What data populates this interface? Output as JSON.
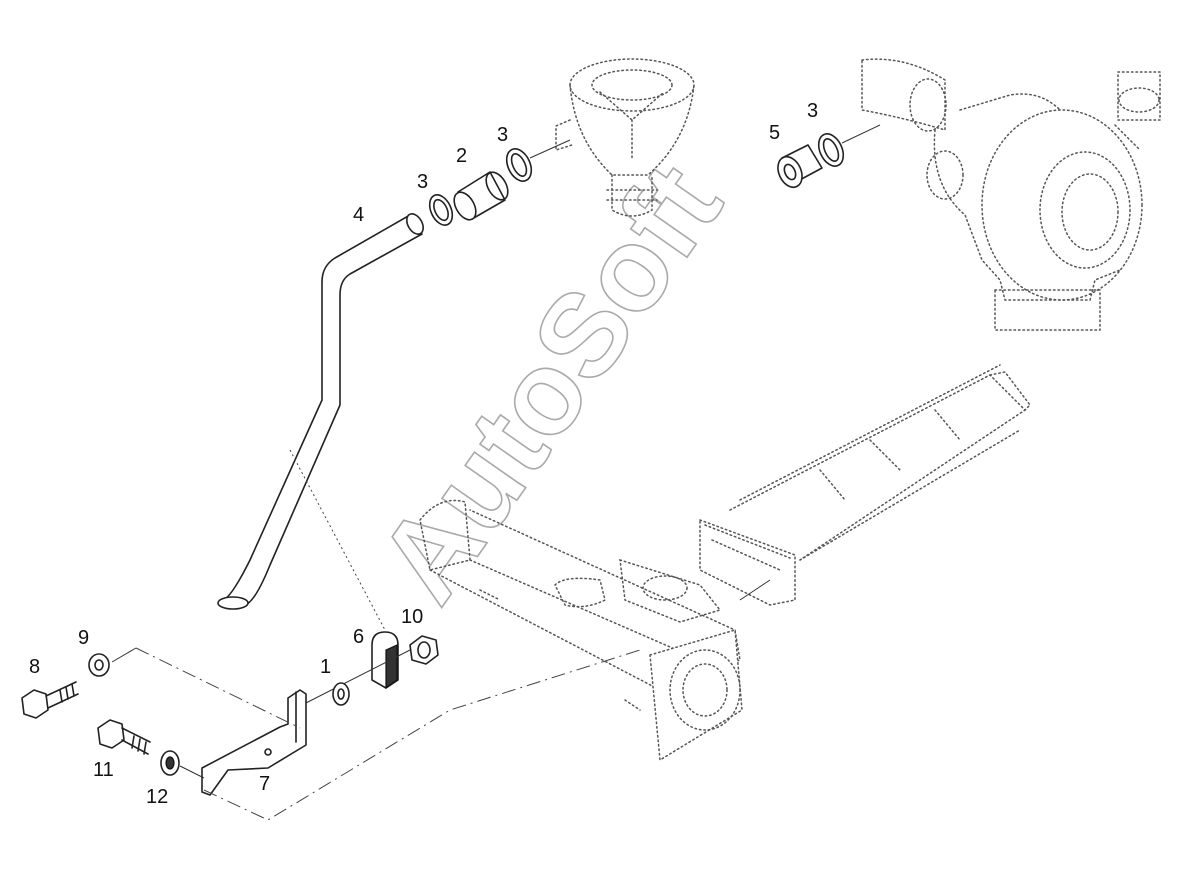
{
  "watermark": "AutoSoft",
  "callouts": {
    "c1": "1",
    "c2": "2",
    "c3a": "3",
    "c3b": "3",
    "c3c": "3",
    "c4": "4",
    "c5": "5",
    "c6": "6",
    "c7": "7",
    "c8": "8",
    "c9": "9",
    "c10": "10",
    "c11": "11",
    "c12": "12"
  }
}
